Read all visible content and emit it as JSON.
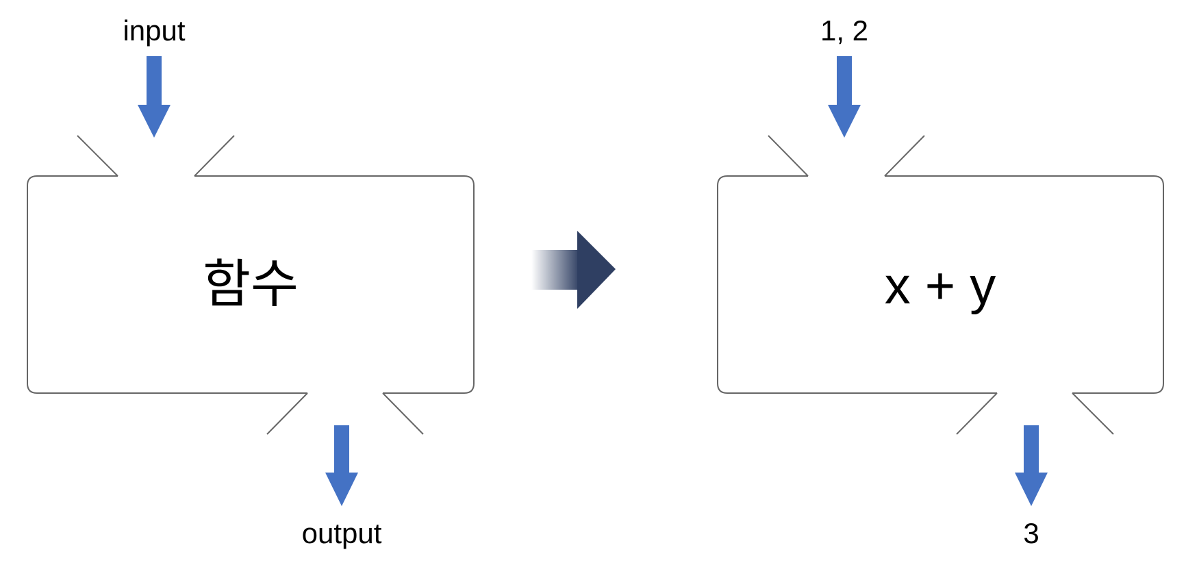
{
  "left_diagram": {
    "input_label": "input",
    "box_label": "함수",
    "output_label": "output"
  },
  "right_diagram": {
    "input_label": "1, 2",
    "box_label": "x + y",
    "output_label": "3"
  },
  "colors": {
    "flow_arrow": "#4472C4",
    "box_stroke": "#666666",
    "transform_arrow_start": "#ffffff",
    "transform_arrow_end": "#2F3F62"
  },
  "icons": {
    "input_arrow": "down-arrow-icon",
    "output_arrow": "down-arrow-icon",
    "transform_arrow": "right-arrow-icon"
  }
}
